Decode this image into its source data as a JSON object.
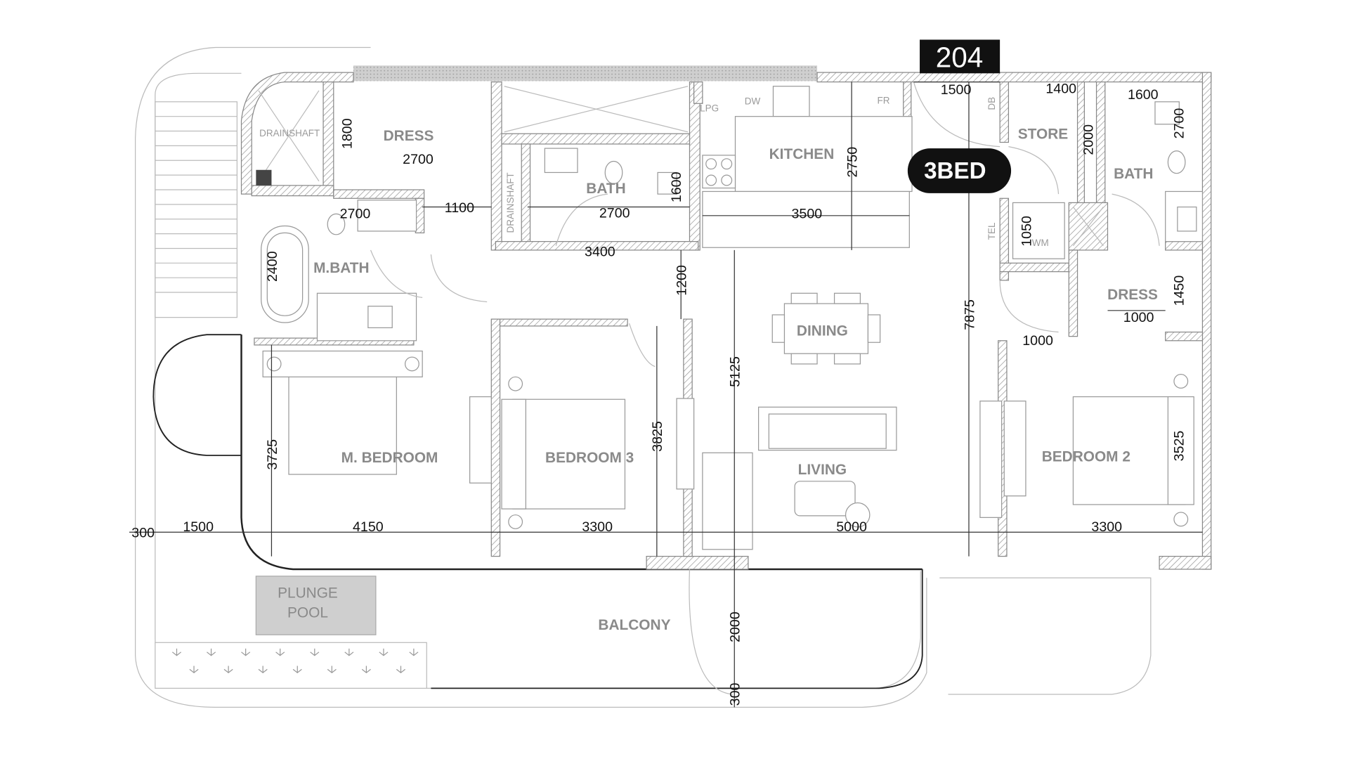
{
  "unit_number": "204",
  "unit_type": "3BED",
  "rooms": {
    "dress_master": "DRESS",
    "kitchen": "KITCHEN",
    "store": "STORE",
    "bath_2": "BATH",
    "bath_3": "BATH",
    "master_bath": "M.BATH",
    "dining": "DINING",
    "dress_2": "DRESS",
    "master_bedroom": "M. BEDROOM",
    "bedroom_3": "BEDROOM 3",
    "living": "LIVING",
    "bedroom_2": "BEDROOM 2",
    "plunge_pool_1": "PLUNGE",
    "plunge_pool_2": "POOL",
    "balcony": "BALCONY"
  },
  "fixtures": {
    "dw": "DW",
    "fr": "FR",
    "db": "DB",
    "tel": "TEL",
    "wm": "WM",
    "lpg": "LPG",
    "drainshaft_1": "DRAINSHAFT",
    "drainshaft_2": "DRAINSHAFT"
  },
  "dimensions": {
    "h": [
      "1500",
      "1400",
      "1600",
      "2700",
      "2700",
      "1100",
      "2700",
      "3500",
      "3400",
      "1000",
      "1000",
      "1500",
      "4150",
      "3300",
      "5000",
      "3300",
      "300"
    ],
    "v": [
      "1800",
      "2750",
      "1600",
      "2000",
      "2700",
      "1050",
      "2400",
      "1200",
      "1450",
      "7875",
      "5125",
      "3825",
      "3725",
      "3525",
      "2000",
      "300"
    ]
  }
}
